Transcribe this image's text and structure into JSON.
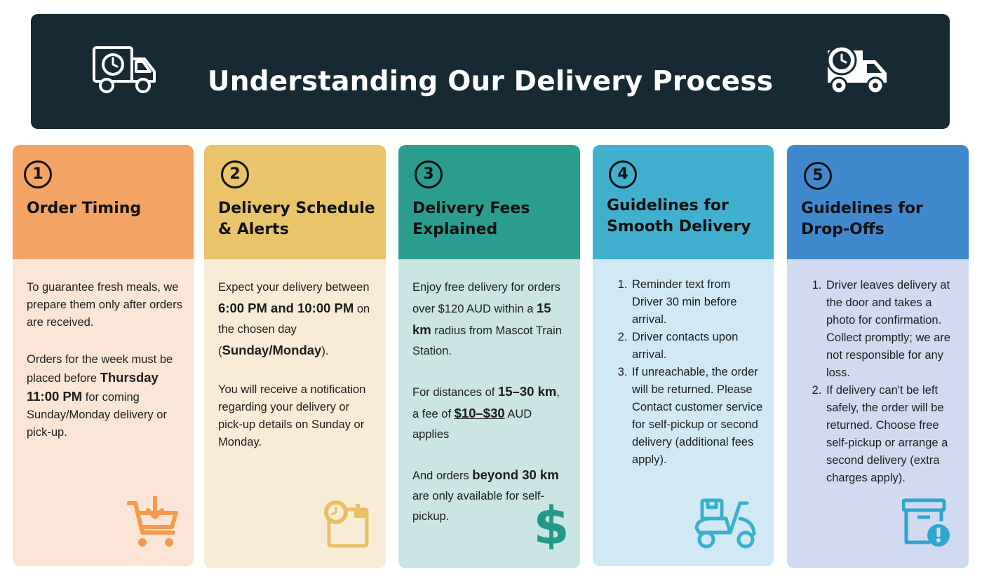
{
  "header": {
    "title": "Understanding Our Delivery Process",
    "left_icon": "delivery-truck-clock-outline-icon",
    "right_icon": "delivery-truck-clock-solid-icon"
  },
  "cards": [
    {
      "number": "1",
      "title": "Order Timing",
      "icon": "shopping-cart-download-icon",
      "text": {
        "p1": "To guarantee fresh meals, we prepare them only after orders are received.",
        "p2_a": "Orders for the week must be placed before ",
        "p2_b": "Thursday 11:00 PM",
        "p2_c": " for coming Sunday/Monday delivery or pick-up."
      }
    },
    {
      "number": "2",
      "title": "Delivery Schedule & Alerts",
      "icon": "calendar-clock-icon",
      "text": {
        "p1_a": "Expect your delivery between ",
        "p1_b": "6:00 PM and 10:00 PM",
        "p1_c": " on the chosen day (",
        "p1_d": "Sunday/Monday",
        "p1_e": ").",
        "p2": "You will receive a notification regarding your delivery or pick-up details on Sunday or Monday."
      }
    },
    {
      "number": "3",
      "title": "Delivery Fees Explained",
      "icon": "dollar-sign-icon",
      "text": {
        "p1_a": "Enjoy free delivery for orders over $120 AUD within a ",
        "p1_b": "15 km",
        "p1_c": " radius from Mascot Train Station.",
        "p2_a": "For distances of ",
        "p2_b": "15–30 km",
        "p2_c": ", a fee of ",
        "p2_d": "$10–$30",
        "p2_e": " AUD applies",
        "p3_a": "And orders ",
        "p3_b": "beyond 30 km",
        "p3_c": " are only available for self-pickup."
      }
    },
    {
      "number": "4",
      "title": "Guidelines for Smooth Delivery",
      "icon": "delivery-scooter-icon",
      "items": [
        "Reminder text from Driver 30 min before arrival.",
        "Driver contacts upon arrival.",
        "If unreachable, the order will be returned. Please Contact customer service for self-pickup or second delivery (additional fees apply)."
      ]
    },
    {
      "number": "5",
      "title": "Guidelines for Drop-Offs",
      "icon": "box-alert-icon",
      "items": [
        "Driver leaves delivery at the door and takes a photo for confirmation. Collect promptly; we are not responsible for any loss.",
        "If delivery can't be left safely, the order will be returned. Choose free self-pickup or arrange a second delivery (extra charges apply)."
      ]
    }
  ],
  "colors": {
    "banner": "#172a33",
    "card1_head": "#f3a364",
    "card1_body": "#fbe5d6",
    "card1_icon": "#f39a4f",
    "card2_head": "#e9c46a",
    "card2_body": "#f8ecd7",
    "card2_icon": "#e8c064",
    "card3_head": "#2a9d8f",
    "card3_body": "#cae5e3",
    "card3_icon": "#23998a",
    "card4_head": "#41b0ce",
    "card4_body": "#d1e9f4",
    "card4_icon": "#3ab0cf",
    "card5_head": "#3f88cc",
    "card5_body": "#d2daf2",
    "card5_icon": "#2ea6d0"
  }
}
